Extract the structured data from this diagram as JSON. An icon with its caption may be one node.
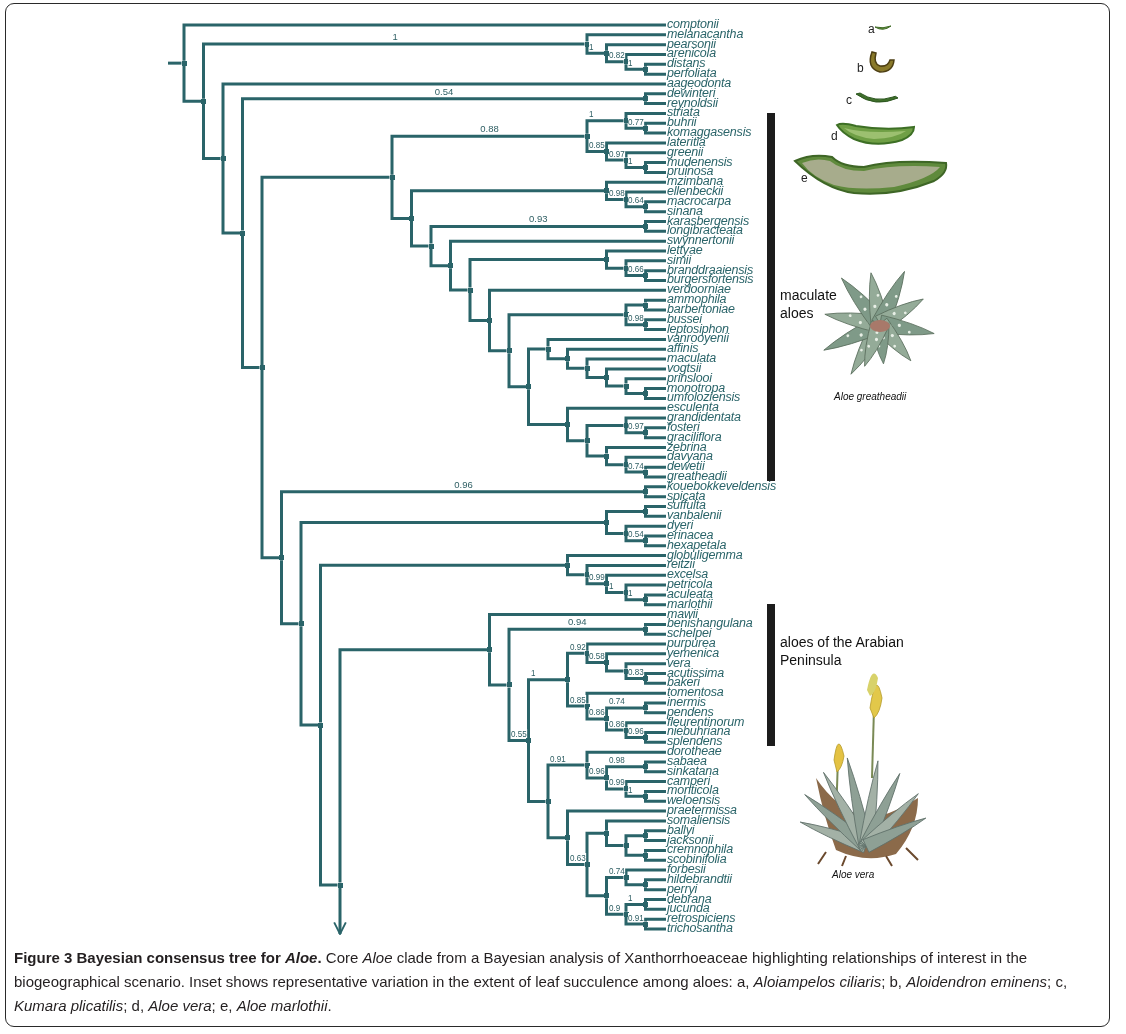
{
  "diagram": {
    "caption": "**Figure 3 Bayesian consensus tree for *Aloe*.** Core *Aloe* clade from a Bayesian analysis of Xanthorrhoeaceae highlighting relationships of interest in the biogeographical scenario. Inset shows representative variation in the extent of leaf succulence among aloes: a, *Aloiampelos ciliaris*; b, *Aloidendron eminens*; c, *Kumara plicatilis*; d, *Aloe vera*; e, *Aloe marlothii*.",
    "nodes": [
      {
        "text": [],
        "shape": "point"
      },
      {
        "text": [
          "comptonii"
        ]
      },
      {
        "text": [],
        "shape": "point"
      },
      {
        "text": [],
        "shape": "point"
      },
      {
        "text": [
          "melanacantha"
        ]
      },
      {
        "text": [],
        "shape": "point"
      },
      {
        "text": [
          "pearsonii"
        ]
      },
      {
        "text": [],
        "shape": "point"
      },
      {
        "text": [
          "arenicola"
        ]
      },
      {
        "text": [],
        "shape": "point"
      },
      {
        "text": [
          "distans"
        ]
      },
      {
        "text": [
          "perfoliata"
        ]
      },
      {
        "text": [],
        "shape": "point"
      },
      {
        "text": [
          "aageodonta"
        ]
      },
      {
        "text": [],
        "shape": "point"
      },
      {
        "text": [],
        "shape": "point"
      },
      {
        "text": [
          "dewinteri"
        ]
      },
      {
        "text": [
          "reynoldsii"
        ]
      },
      {
        "text": [],
        "shape": "point"
      },
      {
        "text": [],
        "shape": "point"
      },
      {
        "text": [],
        "shape": "point"
      },
      {
        "text": [],
        "shape": "point"
      },
      {
        "text": [
          "striata"
        ]
      },
      {
        "text": [],
        "shape": "point"
      },
      {
        "text": [
          "buhrii"
        ]
      },
      {
        "text": [
          "komaggasensis"
        ]
      },
      {
        "text": [],
        "shape": "point"
      },
      {
        "text": [
          "lateritia"
        ]
      },
      {
        "text": [],
        "shape": "point"
      },
      {
        "text": [
          "greenii"
        ]
      },
      {
        "text": [],
        "shape": "point"
      },
      {
        "text": [
          "mudenensis"
        ]
      },
      {
        "text": [
          "pruinosa"
        ]
      },
      {
        "text": [],
        "shape": "point"
      },
      {
        "text": [],
        "shape": "point"
      },
      {
        "text": [
          "mzimbana"
        ]
      },
      {
        "text": [],
        "shape": "point"
      },
      {
        "text": [
          "ellenbeckii"
        ]
      },
      {
        "text": [],
        "shape": "point"
      },
      {
        "text": [
          "macrocarpa"
        ]
      },
      {
        "text": [
          "sinana"
        ]
      },
      {
        "text": [],
        "shape": "point"
      },
      {
        "text": [],
        "shape": "point"
      },
      {
        "text": [
          "karasbergensis"
        ]
      },
      {
        "text": [
          "longibracteata"
        ]
      },
      {
        "text": [],
        "shape": "point"
      },
      {
        "text": [
          "swynnertonii"
        ]
      },
      {
        "text": [],
        "shape": "point"
      },
      {
        "text": [],
        "shape": "point"
      },
      {
        "text": [
          "lettyae"
        ]
      },
      {
        "text": [],
        "shape": "point"
      },
      {
        "text": [
          "simii"
        ]
      },
      {
        "text": [],
        "shape": "point"
      },
      {
        "text": [
          "branddraaiensis"
        ]
      },
      {
        "text": [
          "burgersfortensis"
        ]
      },
      {
        "text": [],
        "shape": "point"
      },
      {
        "text": [
          "verdoorniae"
        ]
      },
      {
        "text": [],
        "shape": "point"
      },
      {
        "text": [],
        "shape": "point"
      },
      {
        "text": [],
        "shape": "point"
      },
      {
        "text": [
          "ammophila"
        ]
      },
      {
        "text": [
          "barbertoniae"
        ]
      },
      {
        "text": [],
        "shape": "point"
      },
      {
        "text": [
          "bussei"
        ]
      },
      {
        "text": [
          "leptosiphon"
        ]
      },
      {
        "text": [],
        "shape": "point"
      },
      {
        "text": [],
        "shape": "point"
      },
      {
        "text": [
          "vanrooyenii"
        ]
      },
      {
        "text": [],
        "shape": "point"
      },
      {
        "text": [
          "affinis"
        ]
      },
      {
        "text": [],
        "shape": "point"
      },
      {
        "text": [
          "maculata"
        ]
      },
      {
        "text": [],
        "shape": "point"
      },
      {
        "text": [
          "vogtsii"
        ]
      },
      {
        "text": [],
        "shape": "point"
      },
      {
        "text": [
          "prinslooi"
        ]
      },
      {
        "text": [],
        "shape": "point"
      },
      {
        "text": [
          "monotropa"
        ]
      },
      {
        "text": [
          "umfoloziensis"
        ]
      },
      {
        "text": [],
        "shape": "point"
      },
      {
        "text": [
          "esculenta"
        ]
      },
      {
        "text": [],
        "shape": "point"
      },
      {
        "text": [],
        "shape": "point"
      },
      {
        "text": [
          "grandidentata"
        ]
      },
      {
        "text": [],
        "shape": "point"
      },
      {
        "text": [
          "fosteri"
        ]
      },
      {
        "text": [
          "graciliflora"
        ]
      },
      {
        "text": [],
        "shape": "point"
      },
      {
        "text": [
          "zebrina"
        ]
      },
      {
        "text": [],
        "shape": "point"
      },
      {
        "text": [
          "davyana"
        ]
      },
      {
        "text": [],
        "shape": "point"
      },
      {
        "text": [
          "dewetii"
        ]
      },
      {
        "text": [
          "greatheadii"
        ]
      },
      {
        "text": [],
        "shape": "point"
      },
      {
        "text": [],
        "shape": "point"
      },
      {
        "text": [
          "kouebokkeveldensis"
        ]
      },
      {
        "text": [
          "spicata"
        ]
      },
      {
        "text": [],
        "shape": "point"
      },
      {
        "text": [],
        "shape": "point"
      },
      {
        "text": [],
        "shape": "point"
      },
      {
        "text": [
          "suffulta"
        ]
      },
      {
        "text": [
          "vanbalenii"
        ]
      },
      {
        "text": [],
        "shape": "point"
      },
      {
        "text": [
          "dyeri"
        ]
      },
      {
        "text": [],
        "shape": "point"
      },
      {
        "text": [
          "erinacea"
        ]
      },
      {
        "text": [
          "hexapetala"
        ]
      },
      {
        "text": [],
        "shape": "point"
      },
      {
        "text": [],
        "shape": "point"
      },
      {
        "text": [
          "globuligemma"
        ]
      },
      {
        "text": [],
        "shape": "point"
      },
      {
        "text": [
          "reitzii"
        ]
      },
      {
        "text": [],
        "shape": "point"
      },
      {
        "text": [
          "excelsa"
        ]
      },
      {
        "text": [],
        "shape": "point"
      },
      {
        "text": [
          "petricola"
        ]
      },
      {
        "text": [],
        "shape": "point"
      },
      {
        "text": [
          "aculeata"
        ]
      },
      {
        "text": [
          "marlothii"
        ]
      },
      {
        "text": [],
        "shape": "point"
      },
      {
        "text": [],
        "shape": "point"
      },
      {
        "text": [
          "mawii"
        ]
      },
      {
        "text": [],
        "shape": "point"
      },
      {
        "text": [],
        "shape": "point"
      },
      {
        "text": [
          "benishangulana"
        ]
      },
      {
        "text": [
          "schelpei"
        ]
      },
      {
        "text": [],
        "shape": "point"
      },
      {
        "text": [],
        "shape": "point"
      },
      {
        "text": [],
        "shape": "point"
      },
      {
        "text": [
          "purpurea"
        ]
      },
      {
        "text": [],
        "shape": "point"
      },
      {
        "text": [
          "yemenica"
        ]
      },
      {
        "text": [],
        "shape": "point"
      },
      {
        "text": [
          "vera"
        ]
      },
      {
        "text": [],
        "shape": "point"
      },
      {
        "text": [
          "acutissima"
        ]
      },
      {
        "text": [
          "bakeri"
        ]
      },
      {
        "text": [],
        "shape": "point"
      },
      {
        "text": [
          "tomentosa"
        ]
      },
      {
        "text": [],
        "shape": "point"
      },
      {
        "text": [],
        "shape": "point"
      },
      {
        "text": [
          "inermis"
        ]
      },
      {
        "text": [
          "pendens"
        ]
      },
      {
        "text": [],
        "shape": "point"
      },
      {
        "text": [
          "fleurentinorum"
        ]
      },
      {
        "text": [],
        "shape": "point"
      },
      {
        "text": [
          "niebuhriana"
        ]
      },
      {
        "text": [
          "splendens"
        ]
      },
      {
        "text": [],
        "shape": "point"
      },
      {
        "text": [],
        "shape": "point"
      },
      {
        "text": [
          "dorotheae"
        ]
      },
      {
        "text": [],
        "shape": "point"
      },
      {
        "text": [],
        "shape": "point"
      },
      {
        "text": [
          "sabaea"
        ]
      },
      {
        "text": [
          "sinkatana"
        ]
      },
      {
        "text": [],
        "shape": "point"
      },
      {
        "text": [
          "camperi"
        ]
      },
      {
        "text": [],
        "shape": "point"
      },
      {
        "text": [
          "monticola"
        ]
      },
      {
        "text": [
          "weloensis"
        ]
      },
      {
        "text": [],
        "shape": "point"
      },
      {
        "text": [
          "praetermissa"
        ]
      },
      {
        "text": [],
        "shape": "point"
      },
      {
        "text": [],
        "shape": "point"
      },
      {
        "text": [
          "somaliensis"
        ]
      },
      {
        "text": [],
        "shape": "point"
      },
      {
        "text": [],
        "shape": "point"
      },
      {
        "text": [
          "ballyi"
        ]
      },
      {
        "text": [
          "jacksonii"
        ]
      },
      {
        "text": [],
        "shape": "point"
      },
      {
        "text": [
          "cremnophila"
        ]
      },
      {
        "text": [
          "scobinifolia"
        ]
      },
      {
        "text": [],
        "shape": "point"
      },
      {
        "text": [],
        "shape": "point"
      },
      {
        "text": [
          "forbesii"
        ]
      },
      {
        "text": [],
        "shape": "point"
      },
      {
        "text": [
          "hildebrandtii"
        ]
      },
      {
        "text": [
          "perryi"
        ]
      },
      {
        "text": [],
        "shape": "point"
      },
      {
        "text": [],
        "shape": "point"
      },
      {
        "text": [
          "debrana"
        ]
      },
      {
        "text": [
          "jucunda"
        ]
      },
      {
        "text": [],
        "shape": "point"
      },
      {
        "text": [
          "retrospiciens"
        ]
      },
      {
        "text": [
          "trichosantha"
        ]
      }
    ],
    "edges": [
      {
        "from": null,
        "to": 0,
        "arrow": "none"
      },
      {
        "from": 0,
        "to": 1,
        "arrow": "none"
      },
      {
        "from": 0,
        "to": 2,
        "arrow": "none"
      },
      {
        "from": 2,
        "to": 3,
        "arrow": "none",
        "label": "1"
      },
      {
        "from": 3,
        "to": 4,
        "arrow": "none"
      },
      {
        "from": 3,
        "to": 5,
        "arrow": "none",
        "label": "1"
      },
      {
        "from": 5,
        "to": 6,
        "arrow": "none"
      },
      {
        "from": 5,
        "to": 7,
        "arrow": "none",
        "label": "0.82"
      },
      {
        "from": 7,
        "to": 8,
        "arrow": "none"
      },
      {
        "from": 7,
        "to": 9,
        "arrow": "none",
        "label": "1"
      },
      {
        "from": 9,
        "to": 10,
        "arrow": "none"
      },
      {
        "from": 9,
        "to": 11,
        "arrow": "none"
      },
      {
        "from": 2,
        "to": 12,
        "arrow": "none"
      },
      {
        "from": 12,
        "to": 13,
        "arrow": "none"
      },
      {
        "from": 12,
        "to": 14,
        "arrow": "none"
      },
      {
        "from": 14,
        "to": 15,
        "arrow": "none",
        "label": "0.54"
      },
      {
        "from": 15,
        "to": 16,
        "arrow": "none"
      },
      {
        "from": 15,
        "to": 17,
        "arrow": "none"
      },
      {
        "from": 14,
        "to": 18,
        "arrow": "none"
      },
      {
        "from": 18,
        "to": 19,
        "arrow": "none"
      },
      {
        "from": 19,
        "to": 20,
        "arrow": "none",
        "label": "0.88"
      },
      {
        "from": 20,
        "to": 21,
        "arrow": "none",
        "label": "1"
      },
      {
        "from": 21,
        "to": 22,
        "arrow": "none"
      },
      {
        "from": 21,
        "to": 23,
        "arrow": "none",
        "label": "0.77"
      },
      {
        "from": 23,
        "to": 24,
        "arrow": "none"
      },
      {
        "from": 23,
        "to": 25,
        "arrow": "none"
      },
      {
        "from": 20,
        "to": 26,
        "arrow": "none",
        "label": "0.85"
      },
      {
        "from": 26,
        "to": 27,
        "arrow": "none"
      },
      {
        "from": 26,
        "to": 28,
        "arrow": "none",
        "label": "0.97"
      },
      {
        "from": 28,
        "to": 29,
        "arrow": "none"
      },
      {
        "from": 28,
        "to": 30,
        "arrow": "none",
        "label": "1"
      },
      {
        "from": 30,
        "to": 31,
        "arrow": "none"
      },
      {
        "from": 30,
        "to": 32,
        "arrow": "none"
      },
      {
        "from": 19,
        "to": 33,
        "arrow": "none"
      },
      {
        "from": 33,
        "to": 34,
        "arrow": "none"
      },
      {
        "from": 34,
        "to": 35,
        "arrow": "none"
      },
      {
        "from": 34,
        "to": 36,
        "arrow": "none",
        "label": "0.98"
      },
      {
        "from": 36,
        "to": 37,
        "arrow": "none"
      },
      {
        "from": 36,
        "to": 38,
        "arrow": "none",
        "label": "0.64"
      },
      {
        "from": 38,
        "to": 39,
        "arrow": "none"
      },
      {
        "from": 38,
        "to": 40,
        "arrow": "none"
      },
      {
        "from": 33,
        "to": 41,
        "arrow": "none"
      },
      {
        "from": 41,
        "to": 42,
        "arrow": "none",
        "label": "0.93"
      },
      {
        "from": 42,
        "to": 43,
        "arrow": "none"
      },
      {
        "from": 42,
        "to": 44,
        "arrow": "none"
      },
      {
        "from": 41,
        "to": 45,
        "arrow": "none"
      },
      {
        "from": 45,
        "to": 46,
        "arrow": "none"
      },
      {
        "from": 45,
        "to": 47,
        "arrow": "none"
      },
      {
        "from": 47,
        "to": 48,
        "arrow": "none"
      },
      {
        "from": 48,
        "to": 49,
        "arrow": "none"
      },
      {
        "from": 48,
        "to": 50,
        "arrow": "none"
      },
      {
        "from": 50,
        "to": 51,
        "arrow": "none"
      },
      {
        "from": 50,
        "to": 52,
        "arrow": "none",
        "label": "0.66"
      },
      {
        "from": 52,
        "to": 53,
        "arrow": "none"
      },
      {
        "from": 52,
        "to": 54,
        "arrow": "none"
      },
      {
        "from": 47,
        "to": 55,
        "arrow": "none"
      },
      {
        "from": 55,
        "to": 56,
        "arrow": "none"
      },
      {
        "from": 55,
        "to": 57,
        "arrow": "none"
      },
      {
        "from": 57,
        "to": 58,
        "arrow": "none"
      },
      {
        "from": 58,
        "to": 59,
        "arrow": "none"
      },
      {
        "from": 59,
        "to": 60,
        "arrow": "none"
      },
      {
        "from": 59,
        "to": 61,
        "arrow": "none"
      },
      {
        "from": 58,
        "to": 62,
        "arrow": "none",
        "label": "0.98"
      },
      {
        "from": 62,
        "to": 63,
        "arrow": "none"
      },
      {
        "from": 62,
        "to": 64,
        "arrow": "none"
      },
      {
        "from": 57,
        "to": 65,
        "arrow": "none"
      },
      {
        "from": 65,
        "to": 66,
        "arrow": "none"
      },
      {
        "from": 66,
        "to": 67,
        "arrow": "none"
      },
      {
        "from": 66,
        "to": 68,
        "arrow": "none"
      },
      {
        "from": 68,
        "to": 69,
        "arrow": "none"
      },
      {
        "from": 68,
        "to": 70,
        "arrow": "none"
      },
      {
        "from": 70,
        "to": 71,
        "arrow": "none"
      },
      {
        "from": 70,
        "to": 72,
        "arrow": "none"
      },
      {
        "from": 72,
        "to": 73,
        "arrow": "none"
      },
      {
        "from": 72,
        "to": 74,
        "arrow": "none"
      },
      {
        "from": 74,
        "to": 75,
        "arrow": "none"
      },
      {
        "from": 74,
        "to": 76,
        "arrow": "none"
      },
      {
        "from": 76,
        "to": 77,
        "arrow": "none"
      },
      {
        "from": 76,
        "to": 78,
        "arrow": "none"
      },
      {
        "from": 65,
        "to": 79,
        "arrow": "none"
      },
      {
        "from": 79,
        "to": 80,
        "arrow": "none"
      },
      {
        "from": 79,
        "to": 81,
        "arrow": "none"
      },
      {
        "from": 81,
        "to": 82,
        "arrow": "none"
      },
      {
        "from": 82,
        "to": 83,
        "arrow": "none"
      },
      {
        "from": 82,
        "to": 84,
        "arrow": "none",
        "label": "0.97"
      },
      {
        "from": 84,
        "to": 85,
        "arrow": "none"
      },
      {
        "from": 84,
        "to": 86,
        "arrow": "none"
      },
      {
        "from": 81,
        "to": 87,
        "arrow": "none"
      },
      {
        "from": 87,
        "to": 88,
        "arrow": "none"
      },
      {
        "from": 87,
        "to": 89,
        "arrow": "none"
      },
      {
        "from": 89,
        "to": 90,
        "arrow": "none"
      },
      {
        "from": 89,
        "to": 91,
        "arrow": "none",
        "label": "0.74"
      },
      {
        "from": 91,
        "to": 92,
        "arrow": "none"
      },
      {
        "from": 91,
        "to": 93,
        "arrow": "none"
      },
      {
        "from": 18,
        "to": 94,
        "arrow": "none"
      },
      {
        "from": 94,
        "to": 95,
        "arrow": "none",
        "label": "0.96"
      },
      {
        "from": 95,
        "to": 96,
        "arrow": "none"
      },
      {
        "from": 95,
        "to": 97,
        "arrow": "none"
      },
      {
        "from": 94,
        "to": 98,
        "arrow": "none"
      },
      {
        "from": 98,
        "to": 99,
        "arrow": "none"
      },
      {
        "from": 99,
        "to": 100,
        "arrow": "none"
      },
      {
        "from": 100,
        "to": 101,
        "arrow": "none"
      },
      {
        "from": 100,
        "to": 102,
        "arrow": "none"
      },
      {
        "from": 99,
        "to": 103,
        "arrow": "none"
      },
      {
        "from": 103,
        "to": 104,
        "arrow": "none"
      },
      {
        "from": 103,
        "to": 105,
        "arrow": "none",
        "label": "0.54"
      },
      {
        "from": 105,
        "to": 106,
        "arrow": "none"
      },
      {
        "from": 105,
        "to": 107,
        "arrow": "none"
      },
      {
        "from": 98,
        "to": 108,
        "arrow": "none"
      },
      {
        "from": 108,
        "to": 109,
        "arrow": "none"
      },
      {
        "from": 109,
        "to": 110,
        "arrow": "none"
      },
      {
        "from": 109,
        "to": 111,
        "arrow": "none"
      },
      {
        "from": 111,
        "to": 112,
        "arrow": "none"
      },
      {
        "from": 111,
        "to": 113,
        "arrow": "none",
        "label": "0.99"
      },
      {
        "from": 113,
        "to": 114,
        "arrow": "none"
      },
      {
        "from": 113,
        "to": 115,
        "arrow": "none",
        "label": "1"
      },
      {
        "from": 115,
        "to": 116,
        "arrow": "none"
      },
      {
        "from": 115,
        "to": 117,
        "arrow": "none",
        "label": "1"
      },
      {
        "from": 117,
        "to": 118,
        "arrow": "none"
      },
      {
        "from": 117,
        "to": 119,
        "arrow": "none"
      },
      {
        "from": 108,
        "to": 120,
        "arrow": "none"
      },
      {
        "from": 120,
        "to": 121,
        "arrow": "none"
      },
      {
        "from": 120,
        "to": null,
        "arrow": "to"
      },
      {
        "from": 121,
        "to": 122,
        "arrow": "none"
      },
      {
        "from": 121,
        "to": 123,
        "arrow": "none"
      },
      {
        "from": 123,
        "to": 124,
        "arrow": "none",
        "label": "0.94"
      },
      {
        "from": 124,
        "to": 125,
        "arrow": "none"
      },
      {
        "from": 124,
        "to": 126,
        "arrow": "none"
      },
      {
        "from": 123,
        "to": 127,
        "arrow": "none",
        "label": "0.55"
      },
      {
        "from": 127,
        "to": 128,
        "arrow": "none",
        "label": "1"
      },
      {
        "from": 128,
        "to": 129,
        "arrow": "none",
        "label": "0.92"
      },
      {
        "from": 129,
        "to": 130,
        "arrow": "none"
      },
      {
        "from": 129,
        "to": 131,
        "arrow": "none",
        "label": "0.58"
      },
      {
        "from": 131,
        "to": 132,
        "arrow": "none"
      },
      {
        "from": 131,
        "to": 133,
        "arrow": "none"
      },
      {
        "from": 133,
        "to": 134,
        "arrow": "none"
      },
      {
        "from": 133,
        "to": 135,
        "arrow": "none",
        "label": "0.83"
      },
      {
        "from": 135,
        "to": 136,
        "arrow": "none"
      },
      {
        "from": 135,
        "to": 137,
        "arrow": "none"
      },
      {
        "from": 128,
        "to": 138,
        "arrow": "none",
        "label": "0.85"
      },
      {
        "from": 138,
        "to": 139,
        "arrow": "none"
      },
      {
        "from": 138,
        "to": 140,
        "arrow": "none",
        "label": "0.86"
      },
      {
        "from": 140,
        "to": 141,
        "arrow": "none",
        "label": "0.74"
      },
      {
        "from": 141,
        "to": 142,
        "arrow": "none"
      },
      {
        "from": 141,
        "to": 143,
        "arrow": "none"
      },
      {
        "from": 140,
        "to": 144,
        "arrow": "none",
        "label": "0.86"
      },
      {
        "from": 144,
        "to": 145,
        "arrow": "none"
      },
      {
        "from": 144,
        "to": 146,
        "arrow": "none",
        "label": "0.96"
      },
      {
        "from": 146,
        "to": 147,
        "arrow": "none"
      },
      {
        "from": 146,
        "to": 148,
        "arrow": "none"
      },
      {
        "from": 127,
        "to": 149,
        "arrow": "none"
      },
      {
        "from": 149,
        "to": 150,
        "arrow": "none",
        "label": "0.91"
      },
      {
        "from": 150,
        "to": 151,
        "arrow": "none"
      },
      {
        "from": 150,
        "to": 152,
        "arrow": "none",
        "label": "0.96"
      },
      {
        "from": 152,
        "to": 153,
        "arrow": "none",
        "label": "0.98"
      },
      {
        "from": 153,
        "to": 154,
        "arrow": "none"
      },
      {
        "from": 153,
        "to": 155,
        "arrow": "none"
      },
      {
        "from": 152,
        "to": 156,
        "arrow": "none",
        "label": "0.99"
      },
      {
        "from": 156,
        "to": 157,
        "arrow": "none"
      },
      {
        "from": 156,
        "to": 158,
        "arrow": "none",
        "label": "1"
      },
      {
        "from": 158,
        "to": 159,
        "arrow": "none"
      },
      {
        "from": 158,
        "to": 160,
        "arrow": "none"
      },
      {
        "from": 149,
        "to": 161,
        "arrow": "none"
      },
      {
        "from": 161,
        "to": 162,
        "arrow": "none"
      },
      {
        "from": 161,
        "to": 163,
        "arrow": "none",
        "label": "0.63"
      },
      {
        "from": 163,
        "to": 164,
        "arrow": "none"
      },
      {
        "from": 164,
        "to": 165,
        "arrow": "none"
      },
      {
        "from": 164,
        "to": 166,
        "arrow": "none"
      },
      {
        "from": 166,
        "to": 167,
        "arrow": "none"
      },
      {
        "from": 167,
        "to": 168,
        "arrow": "none"
      },
      {
        "from": 167,
        "to": 169,
        "arrow": "none"
      },
      {
        "from": 166,
        "to": 170,
        "arrow": "none"
      },
      {
        "from": 170,
        "to": 171,
        "arrow": "none"
      },
      {
        "from": 170,
        "to": 172,
        "arrow": "none"
      },
      {
        "from": 163,
        "to": 173,
        "arrow": "none"
      },
      {
        "from": 173,
        "to": 174,
        "arrow": "none",
        "label": "0.74"
      },
      {
        "from": 174,
        "to": 175,
        "arrow": "none"
      },
      {
        "from": 174,
        "to": 176,
        "arrow": "none"
      },
      {
        "from": 176,
        "to": 177,
        "arrow": "none"
      },
      {
        "from": 176,
        "to": 178,
        "arrow": "none"
      },
      {
        "from": 173,
        "to": 179,
        "arrow": "none",
        "label": "0.9"
      },
      {
        "from": 179,
        "to": 180,
        "arrow": "none",
        "label": "1"
      },
      {
        "from": 180,
        "to": 181,
        "arrow": "none"
      },
      {
        "from": 180,
        "to": 182,
        "arrow": "none"
      },
      {
        "from": 179,
        "to": 183,
        "arrow": "none",
        "label": "0.91"
      },
      {
        "from": 183,
        "to": 184,
        "arrow": "none"
      },
      {
        "from": 183,
        "to": 185,
        "arrow": "none"
      }
    ],
    "labels": [
      "a",
      "b",
      "c",
      "d",
      "e",
      "maculate aloes",
      "Aloe greatheadii",
      "aloes of the Arabian Peninsula",
      "Aloe vera"
    ]
  }
}
